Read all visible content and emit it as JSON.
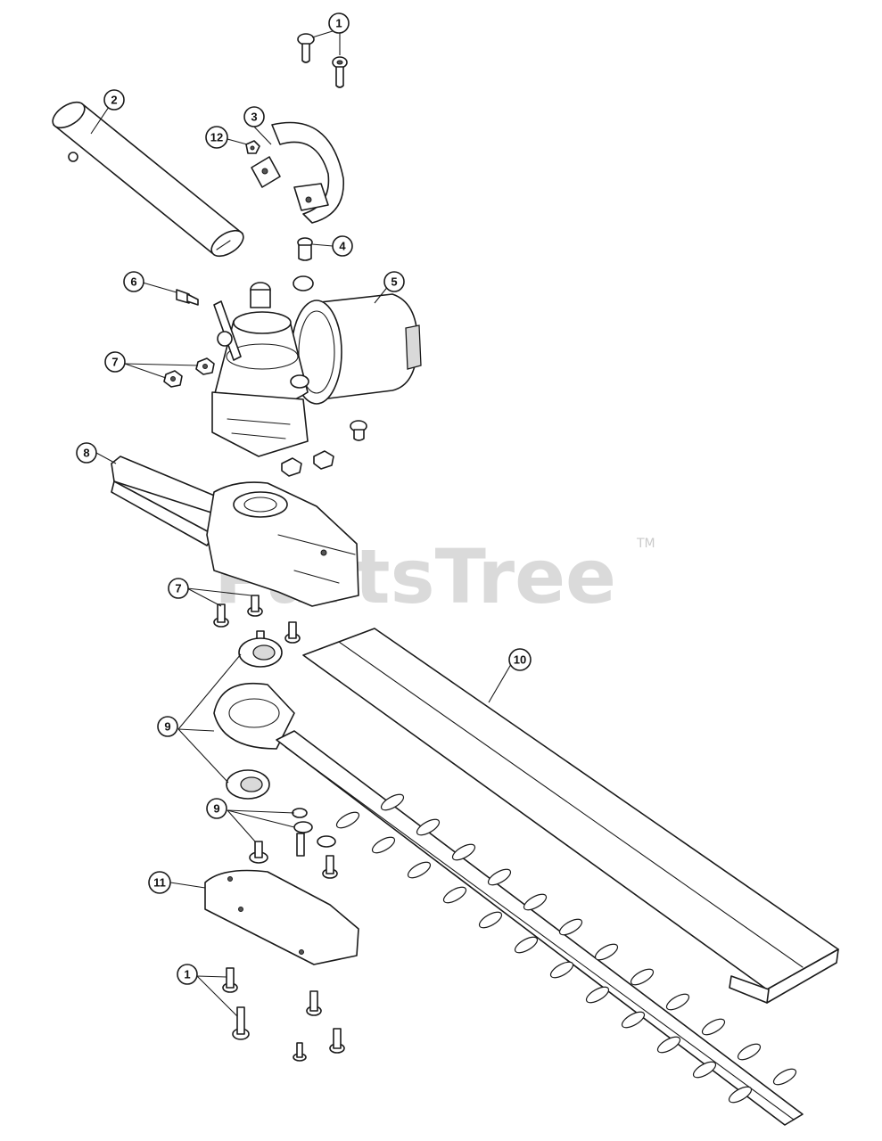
{
  "watermark": {
    "text": "PartsTree",
    "trademark": "TM"
  },
  "callouts": [
    {
      "id": "c1a",
      "label": "1"
    },
    {
      "id": "c2",
      "label": "2"
    },
    {
      "id": "c3",
      "label": "3"
    },
    {
      "id": "c12",
      "label": "12"
    },
    {
      "id": "c4",
      "label": "4"
    },
    {
      "id": "c5",
      "label": "5"
    },
    {
      "id": "c6",
      "label": "6"
    },
    {
      "id": "c7a",
      "label": "7"
    },
    {
      "id": "c8",
      "label": "8"
    },
    {
      "id": "c7b",
      "label": "7"
    },
    {
      "id": "c10",
      "label": "10"
    },
    {
      "id": "c9a",
      "label": "9"
    },
    {
      "id": "c9b",
      "label": "9"
    },
    {
      "id": "c11",
      "label": "11"
    },
    {
      "id": "c1b",
      "label": "1"
    }
  ]
}
